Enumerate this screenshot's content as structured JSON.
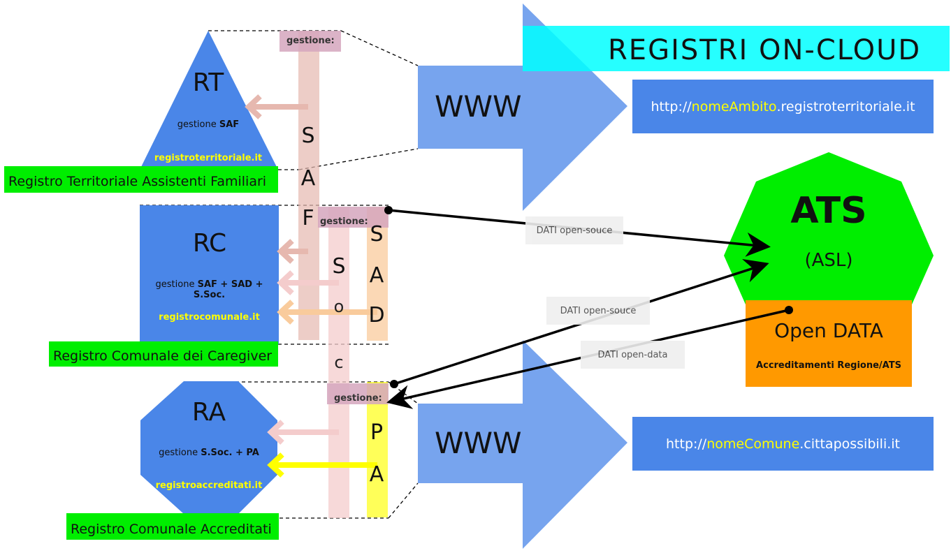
{
  "header": {
    "title": "REGISTRI ON-CLOUD"
  },
  "rt": {
    "code": "RT",
    "gestione_prefix": "gestione",
    "gestione_bold": "SAF",
    "site": "registroterritoriale.it",
    "label": "Registro Territoriale Assistenti Familiari"
  },
  "rc": {
    "code": "RC",
    "gestione_prefix": "gestione",
    "gestione_bold": "SAF + SAD + S.Soc.",
    "site": "registrocomunale.it",
    "label": "Registro Comunale dei Caregiver"
  },
  "ra": {
    "code": "RA",
    "gestione_prefix": "gestione",
    "gestione_bold": "S.Soc. + PA",
    "site": "registroaccreditati.it",
    "label": "Registro Comunale Accreditati"
  },
  "gestione_tag": "gestione:",
  "columns": {
    "saf": [
      "S",
      "A",
      "F"
    ],
    "sad": [
      "S",
      "A",
      "D"
    ],
    "ssoc": [
      "S",
      "o",
      "c"
    ],
    "ssoc_first": "S",
    "pa": [
      "P",
      "A"
    ]
  },
  "www": {
    "top": "WWW",
    "bottom": "WWW"
  },
  "urls": {
    "top": {
      "prefix": "http://",
      "highlight": "nomeAmbito",
      "suffix": ".registroterritoriale.it"
    },
    "bottom": {
      "prefix": "http://",
      "highlight": "nomeComune",
      "suffix": ".cittapossibili.it"
    }
  },
  "ats": {
    "title": "ATS",
    "subtitle": "(ASL)"
  },
  "open_data": {
    "title": "Open DATA",
    "subtitle": "Accreditamenti Regione/ATS"
  },
  "data_labels": {
    "l1": "DATI open-souce",
    "l2": "DATI open-souce",
    "l3": "DATI open-data"
  },
  "colors": {
    "blue": "#4a86e8",
    "green": "#00ee00",
    "cyan": "#00ffff",
    "orange": "#ff9900",
    "yellow": "#ffff00"
  }
}
